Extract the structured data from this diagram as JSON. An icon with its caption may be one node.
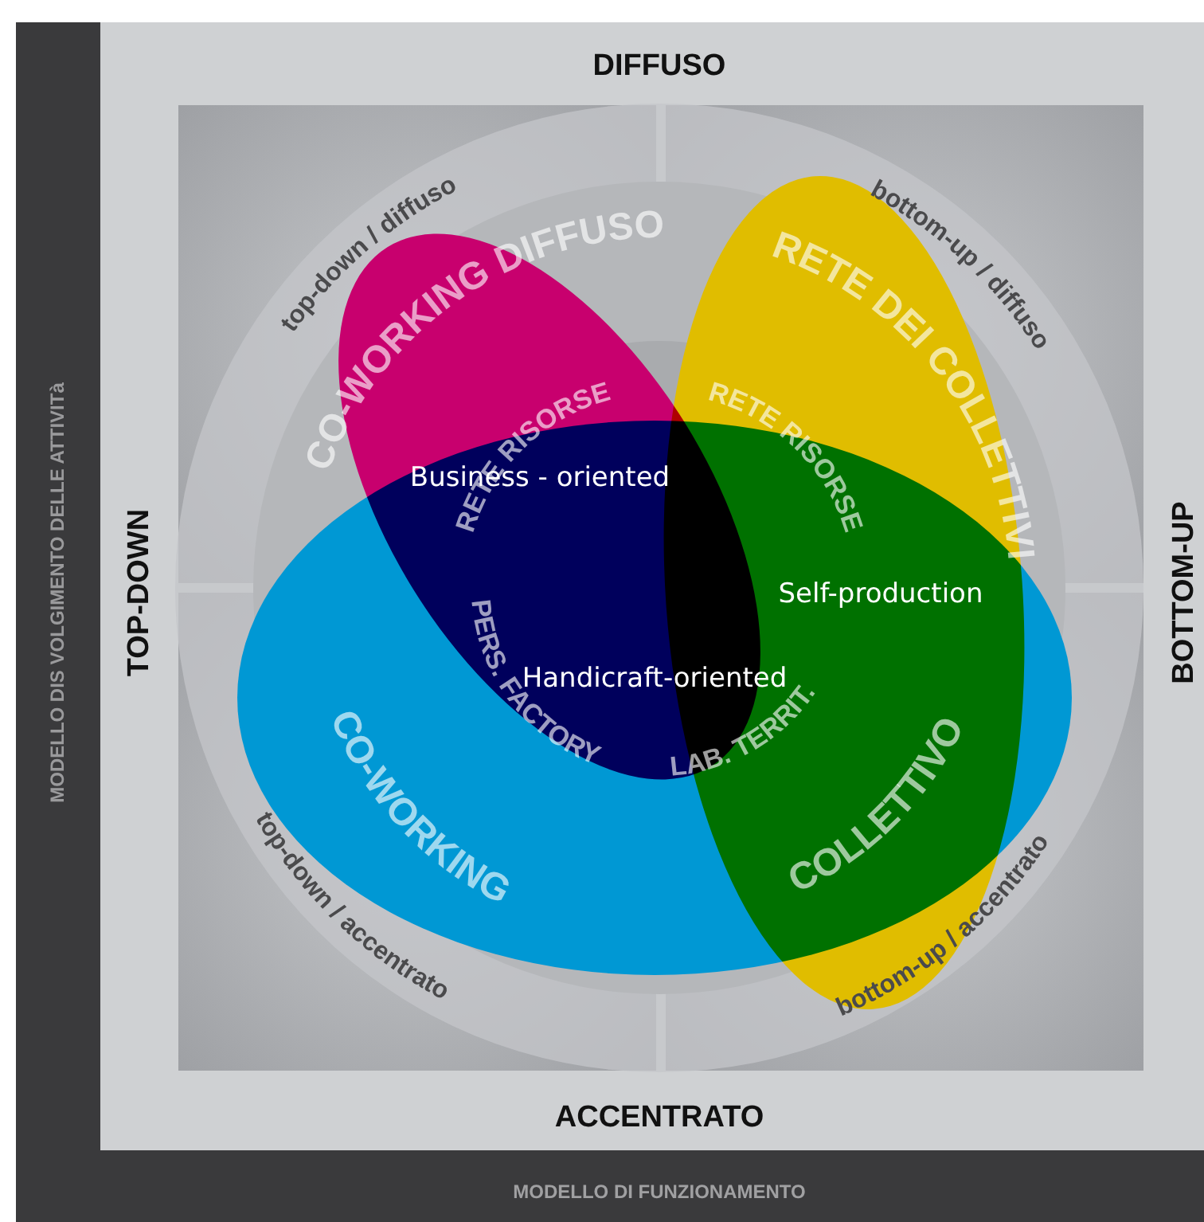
{
  "diagram": {
    "labels": [
      "DIFFUSO",
      "top-down / diffuso",
      "bottom-up / diffuso",
      "CO-WORKING DIFFUSO",
      "RETE DEI COLLETTIVI",
      "RETE RISORSE",
      "RETE RISORSE",
      "Business - oriented",
      "MODELLO DIS VOLGIMENTO DELLE ATTIVITà",
      "TOP-DOWN",
      "Self-production",
      "BOTTOM-UP",
      "PERS. FACTORY",
      "Handicraft-oriented",
      "LAB. TERRIT.",
      "CO-WORKING",
      "COLLETTIVO",
      "top-down / accentrato",
      "bottom-up / accentrato",
      "ACCENTRATO",
      "MODELLO DI FUNZIONAMENTO"
    ]
  }
}
